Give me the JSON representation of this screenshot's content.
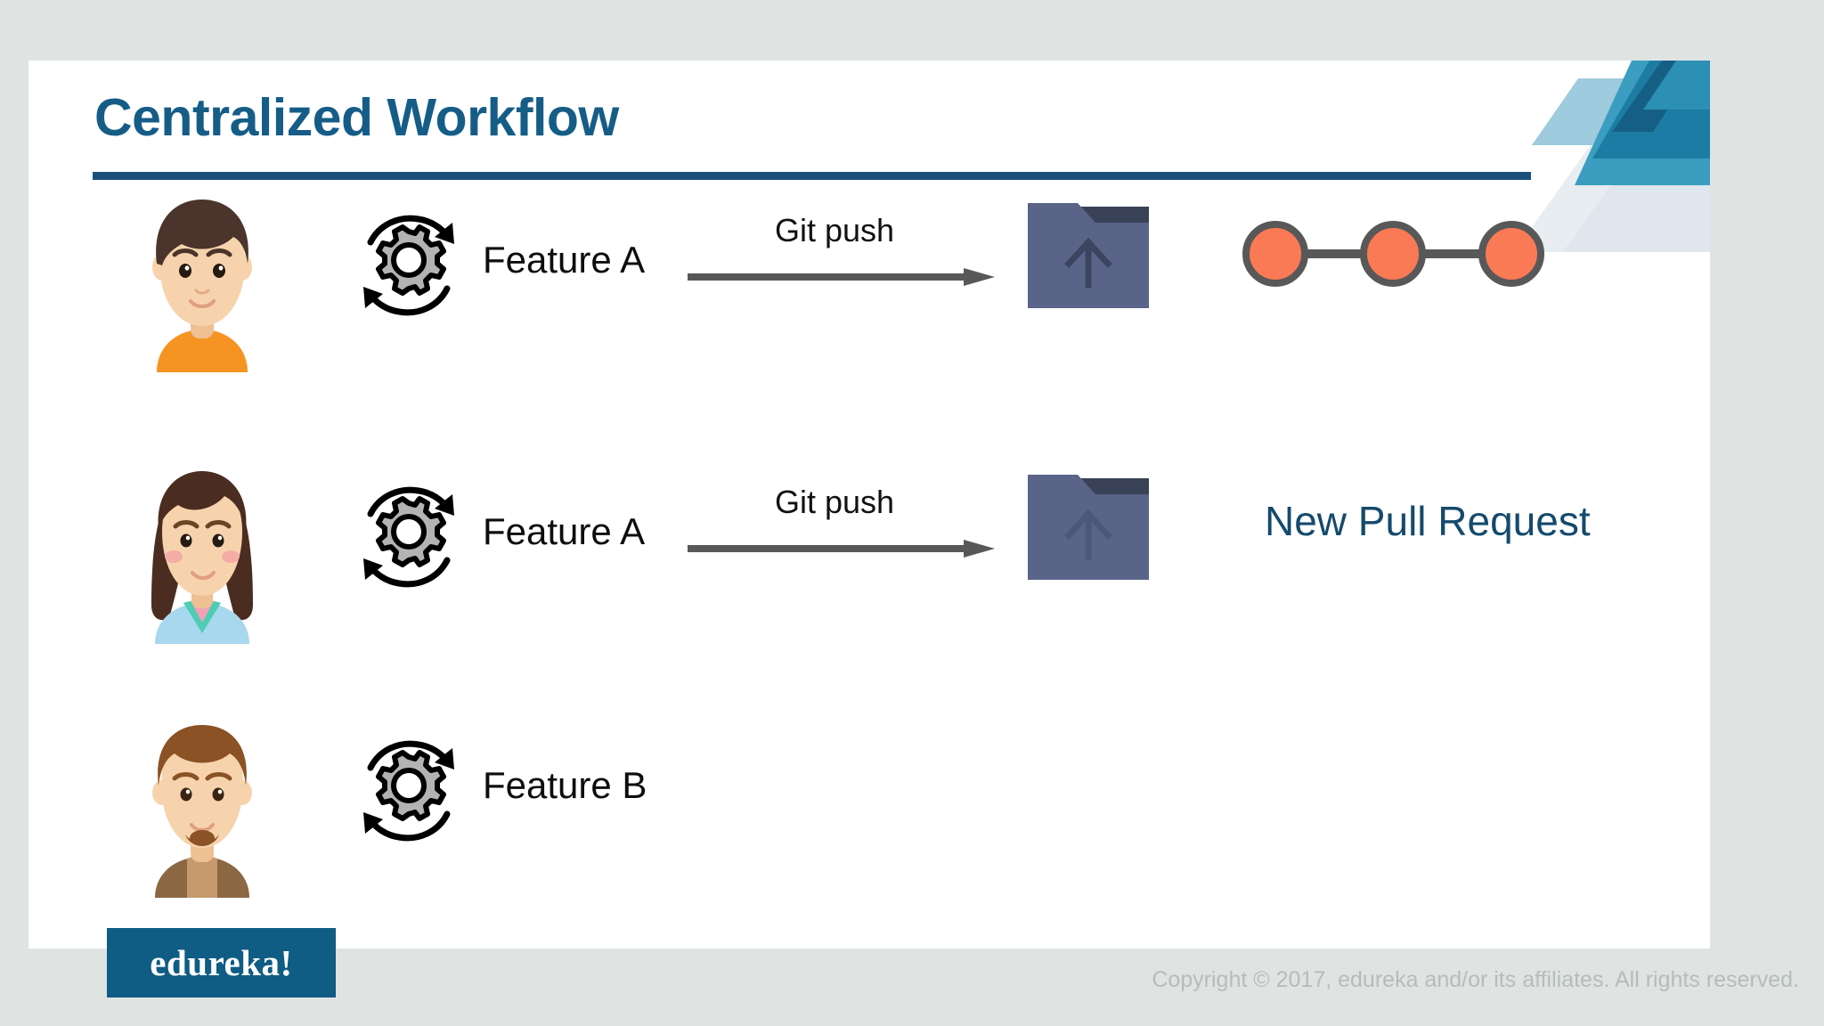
{
  "slide": {
    "title": "Centralized Workflow",
    "accent_color": "#155d87",
    "rule_color": "#1c4f7c",
    "background_color": "#ffffff",
    "page_background_color": "#dfe4e3"
  },
  "decoration": {
    "name": "corner-ribbon-decoration",
    "colors": [
      "#1a7397",
      "#2e93b5",
      "#88c4d8",
      "#c9dde6",
      "#e7edf1",
      "#1d6e96"
    ]
  },
  "rows": [
    {
      "avatar": {
        "name": "developer-avatar-boy",
        "hair": "#4a342b",
        "skin": "#f7d3ad",
        "shirt": "#f59422"
      },
      "gear": {
        "name": "sync-gear-icon",
        "gear_fill": "#b3b3b3",
        "outline": "#000000"
      },
      "feature_label": "Feature A",
      "push_label": "Git push",
      "arrow_color": "#585858",
      "folder": {
        "name": "remote-repository-folder",
        "body": "#5a6488",
        "tab": "#3a4257",
        "arrow": "#3c4560"
      },
      "commits": {
        "name": "commit-chain",
        "count": 3,
        "node_fill": "#f97a54",
        "node_stroke": "#585858",
        "link_color": "#585858"
      },
      "pull_request_label": null
    },
    {
      "avatar": {
        "name": "developer-avatar-girl",
        "hair": "#4a2c20",
        "skin": "#f7d3ad",
        "shirt": "#a8d8ee",
        "collar": "#f2a0b6",
        "hood": "#4ccdb4"
      },
      "gear": {
        "name": "sync-gear-icon",
        "gear_fill": "#b3b3b3",
        "outline": "#000000"
      },
      "feature_label": "Feature A",
      "push_label": "Git push",
      "arrow_color": "#585858",
      "folder": {
        "name": "remote-repository-folder",
        "body": "#5a6488",
        "tab": "#3a4257",
        "arrow": "#4d5879"
      },
      "commits": null,
      "pull_request_label": "New Pull Request"
    },
    {
      "avatar": {
        "name": "developer-avatar-man",
        "hair": "#8a5225",
        "skin": "#f7d3ad",
        "shirt": "#7b5a3a",
        "beard": "#8a5225"
      },
      "gear": {
        "name": "sync-gear-icon",
        "gear_fill": "#b3b3b3",
        "outline": "#000000"
      },
      "feature_label": "Feature B",
      "push_label": null,
      "arrow_color": null,
      "folder": null,
      "commits": null,
      "pull_request_label": null
    }
  ],
  "footer": {
    "logo_text": "edureka!",
    "logo_background": "#0f5c84",
    "copyright": "Copyright © 2017, edureka and/or its affiliates. All rights reserved."
  }
}
